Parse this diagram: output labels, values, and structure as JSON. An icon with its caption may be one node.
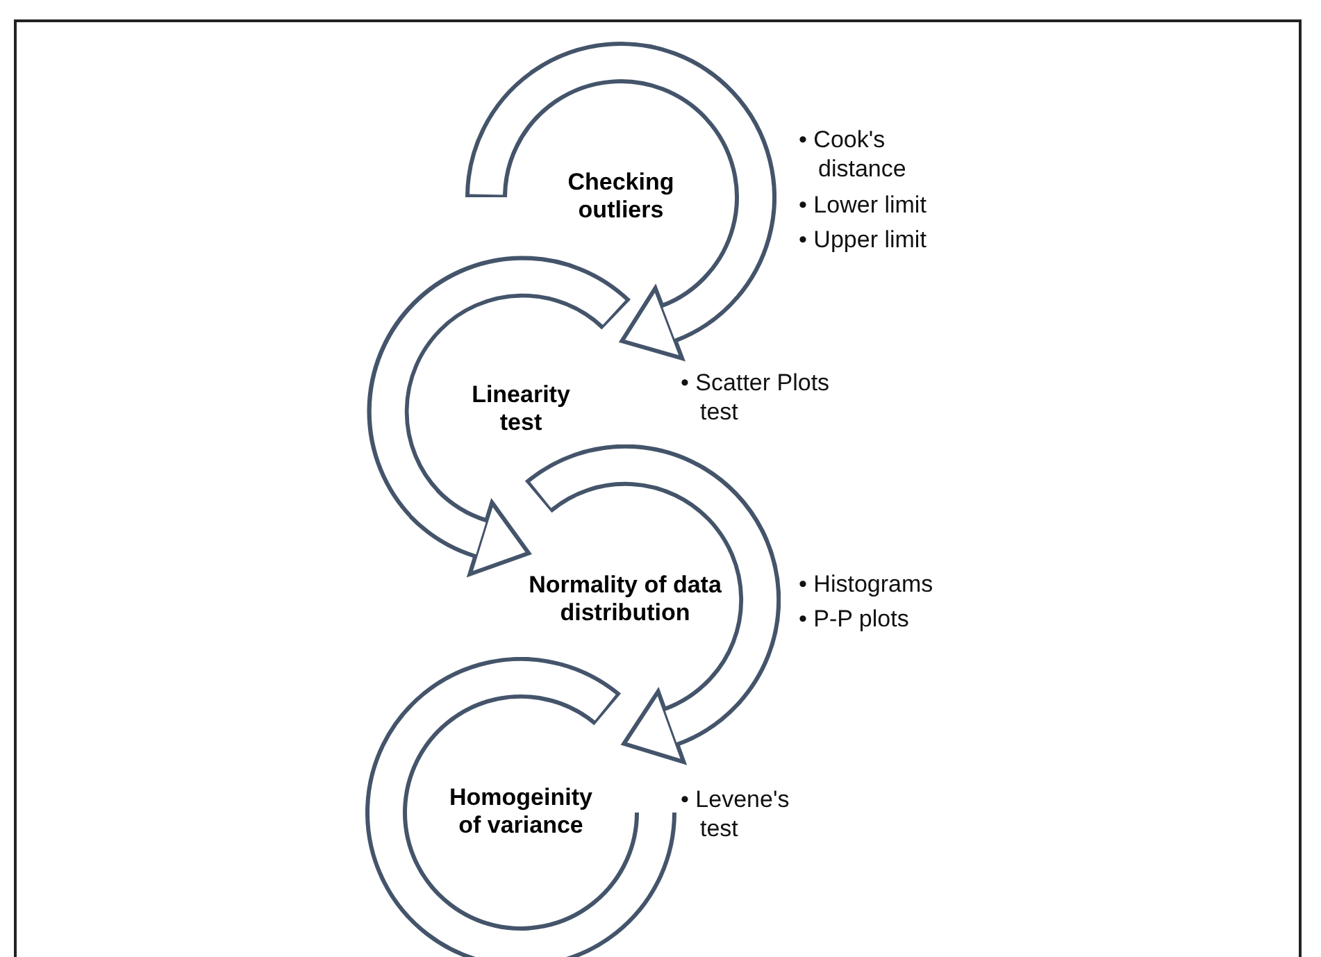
{
  "diagram": {
    "nodes": [
      {
        "text": [
          "Checking outliers"
        ],
        "beside": [
          "• Cook's distance",
          "• Lower limit",
          "• Upper limit"
        ]
      },
      {
        "text": [
          "Linearity test"
        ]
      },
      {
        "text": [
          "Normality of data distribution"
        ],
        "beside": [
          "• Histograms",
          "• P-P plots"
        ]
      },
      {
        "text": [
          "Homogeinity of variance"
        ],
        "beside": [
          "• Levene's test"
        ]
      }
    ],
    "edges": [
      {
        "from": 0,
        "to": 1,
        "arrow": "to"
      },
      {
        "from": 1,
        "to": 2,
        "arrow": "to"
      },
      {
        "from": 2,
        "to": 3,
        "arrow": "to"
      }
    ],
    "labels": [
      "• Scatter Plots test"
    ]
  }
}
